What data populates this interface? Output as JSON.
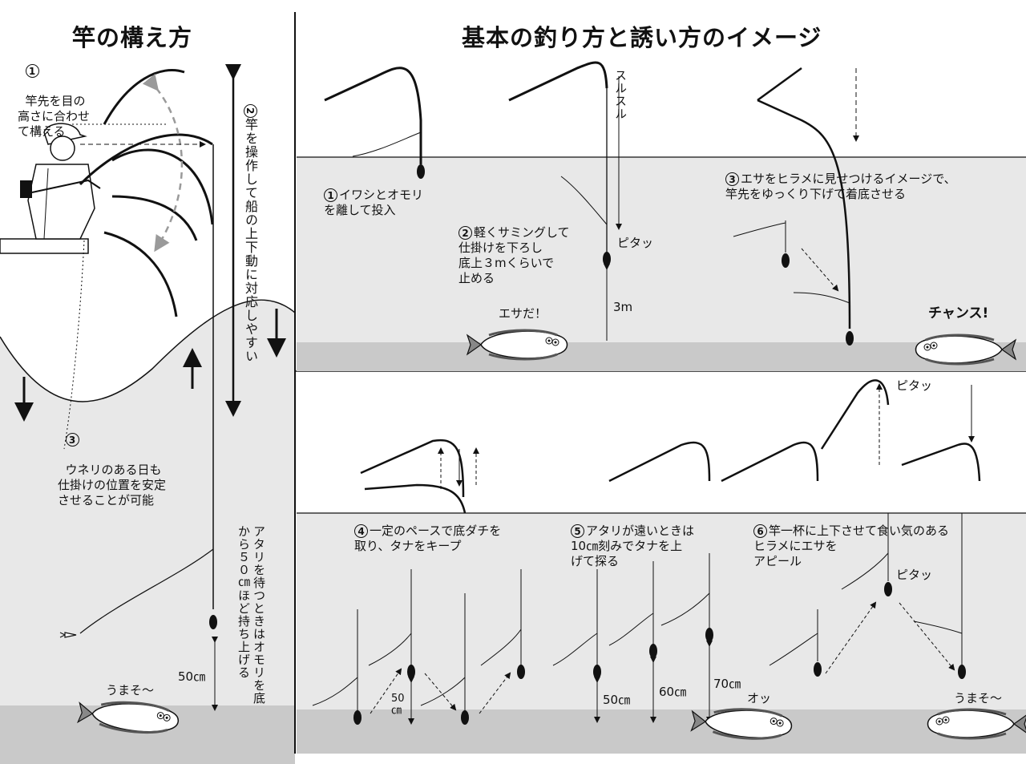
{
  "left": {
    "title": "竿の構え方",
    "note1": {
      "num": "1",
      "text": "竿先を目の\n高さに合わせ\nて構える"
    },
    "note2": {
      "num": "2",
      "text": "竿を操作して船の上下動に対応しやすい"
    },
    "note3": {
      "num": "3",
      "text": "ウネリのある日も\n仕掛けの位置を安定\nさせることが可能"
    },
    "wait_text": "アタリを待つときはオモリを底から５０㎝ほど持ち上げる",
    "depth_label": "50㎝",
    "fish_speech": "うまそ～"
  },
  "right": {
    "title": "基本の釣り方と誘い方のイメージ",
    "step1": {
      "num": "1",
      "text": "イワシとオモリ\nを離して投入"
    },
    "step2": {
      "num": "2",
      "text": "軽くサミングして\n仕掛けを下ろし\n底上３mくらいで\n止める"
    },
    "step3": {
      "num": "3",
      "text": "エサをヒラメに見せつけるイメージで、\n竿先をゆっくり下げて着底させる"
    },
    "surusuru": "スルスル",
    "pita1": "ピタッ",
    "depth_3m": "3m",
    "fish_speech1": "エサだ！",
    "chance": "チャンス!",
    "step4": {
      "num": "4",
      "text": "一定のペースで底ダチを\n取り、タナをキープ"
    },
    "step5": {
      "num": "5",
      "text": "アタリが遠いときは\n10㎝刻みでタナを上\nげて探る"
    },
    "step6": {
      "num": "6",
      "text": "竿一杯に上下させて食い気のある\nヒラメにエサを\nアピール"
    },
    "depth_50": "50\n㎝",
    "depth_50b": "50㎝",
    "depth_60": "60㎝",
    "depth_70": "70㎝",
    "pita2": "ピタッ",
    "pita3": "ピタッ",
    "ott": "オッ",
    "fish_speech2": "うまそ～"
  },
  "colors": {
    "sea": "#e8e8e8",
    "bottom": "#c9c9c9",
    "ink": "#111111",
    "dash": "#9a9a9a"
  }
}
